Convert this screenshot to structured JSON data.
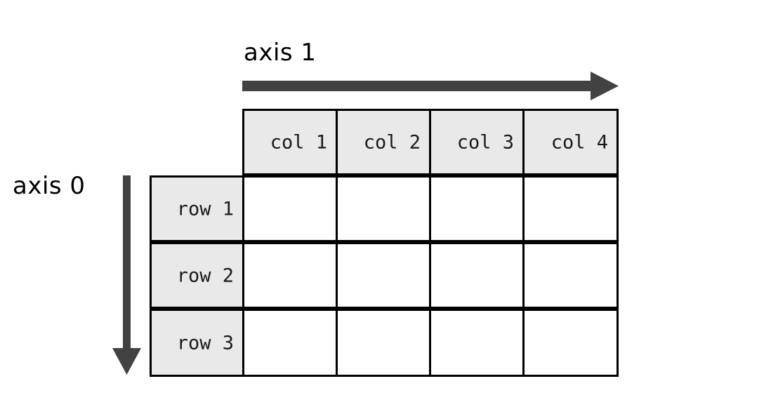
{
  "diagram": {
    "title": "numpy-2d-array-axes",
    "background_color": "#ffffff",
    "axes": [
      {
        "id": "axis1",
        "label": "axis 1",
        "direction": "horizontal-right",
        "color": "#424242"
      },
      {
        "id": "axis0",
        "label": "axis 0",
        "direction": "vertical-down",
        "color": "#424242"
      }
    ],
    "grid": {
      "header_fill": "#e9e9e9",
      "cell_fill": "#ffffff",
      "line_color": "#000000",
      "column_headers": [
        "col 1",
        "col 2",
        "col 3",
        "col 4"
      ],
      "row_headers": [
        "row 1",
        "row 2",
        "row 3"
      ],
      "rows": 3,
      "columns": 4,
      "body_cells": [
        [
          "",
          "",
          "",
          ""
        ],
        [
          "",
          "",
          "",
          ""
        ],
        [
          "",
          "",
          "",
          ""
        ]
      ]
    }
  }
}
